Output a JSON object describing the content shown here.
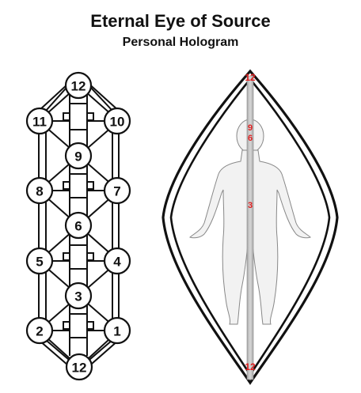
{
  "header": {
    "title": "Eternal Eye of Source",
    "subtitle": "Personal Hologram"
  },
  "tree": {
    "nodes": [
      {
        "label": "12"
      },
      {
        "label": "11"
      },
      {
        "label": "10"
      },
      {
        "label": "9"
      },
      {
        "label": "8"
      },
      {
        "label": "7"
      },
      {
        "label": "6"
      },
      {
        "label": "5"
      },
      {
        "label": "4"
      },
      {
        "label": "3"
      },
      {
        "label": "2"
      },
      {
        "label": "1"
      },
      {
        "label": "12"
      }
    ]
  },
  "hologram": {
    "top_label": "12",
    "head_labels": [
      "9",
      "6"
    ],
    "mid_label": "3",
    "bottom_label": "12",
    "label_color": "#e02020"
  }
}
